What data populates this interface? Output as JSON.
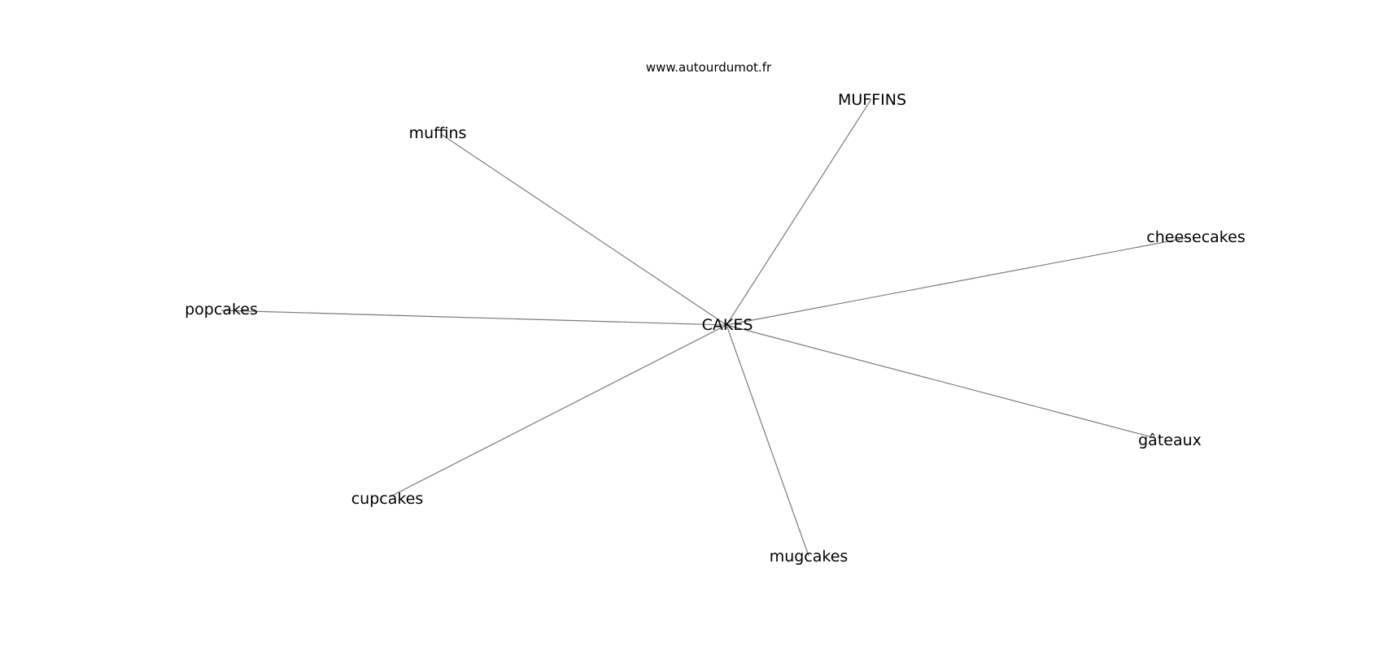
{
  "watermark": "www.autourdumot.fr",
  "center": {
    "label": "CAKES"
  },
  "nodes": [
    {
      "id": "muffins-lower",
      "label": "muffins"
    },
    {
      "id": "muffins-upper",
      "label": "MUFFINS"
    },
    {
      "id": "cheesecakes",
      "label": "cheesecakes"
    },
    {
      "id": "popcakes",
      "label": "popcakes"
    },
    {
      "id": "gateaux",
      "label": "gâteaux"
    },
    {
      "id": "cupcakes",
      "label": "cupcakes"
    },
    {
      "id": "mugcakes",
      "label": "mugcakes"
    }
  ],
  "colors": {
    "edge": "#7a7a7a",
    "text": "#000000",
    "background": "#ffffff"
  }
}
